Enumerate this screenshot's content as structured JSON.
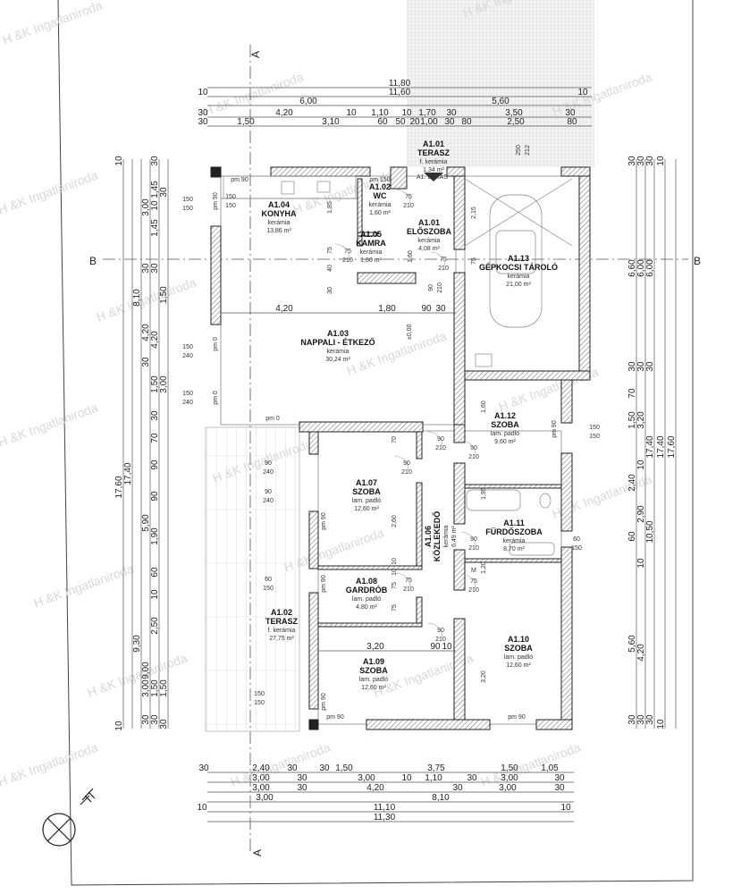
{
  "watermark": "H &K Ingatlaniroda",
  "section_labels": {
    "a": "A",
    "b": "B"
  },
  "rooms": [
    {
      "id": "A1.04",
      "name": "KONYHA",
      "floor": "kerámia",
      "area": "13,86 m²"
    },
    {
      "id": "A1.02",
      "name": "WC",
      "floor": "kerámia",
      "area": "1,60 m²"
    },
    {
      "id": "A1.05",
      "name": "KAMRA",
      "floor": "kerámia",
      "area": "1,60 m²"
    },
    {
      "id": "A1.01",
      "name": "ELŐSZOBA",
      "floor": "kerámia",
      "area": "4,08 m²"
    },
    {
      "id": "A1.13",
      "name": "GÉPKOCSI TÁROLÓ",
      "floor": "kerámia",
      "area": "21,00 m²"
    },
    {
      "id": "A1.03",
      "name": "NAPPALI - ÉTKEZŐ",
      "floor": "kerámia",
      "area": "30,24 m²"
    },
    {
      "id": "A1.01",
      "name": "TERASZ",
      "floor": "f. kerámia",
      "area": "1,34 m²"
    },
    {
      "id": "A1.12",
      "name": "SZOBA",
      "floor": "lam. padló",
      "area": "9,60 m²"
    },
    {
      "id": "A1.07",
      "name": "SZOBA",
      "floor": "lam. padló",
      "area": "12,60 m²"
    },
    {
      "id": "A1.11",
      "name": "FÜRDŐSZOBA",
      "floor": "kerámia",
      "area": "8,70 m²"
    },
    {
      "id": "A1.08",
      "name": "GARDRÓB",
      "floor": "lam. padló",
      "area": "4,80 m²"
    },
    {
      "id": "A1.02",
      "name": "TERASZ",
      "floor": "f. kerámia",
      "area": "27,75 m²"
    },
    {
      "id": "A1.09",
      "name": "SZOBA",
      "floor": "lam. padló",
      "area": "12,60 m²"
    },
    {
      "id": "A1.10",
      "name": "SZOBA",
      "floor": "lam. padló",
      "area": "12,60 m²"
    },
    {
      "id": "A1.06",
      "name": "KÖZLEKEDŐ",
      "floor": "kerámia",
      "area": "6,49 m²"
    }
  ],
  "entrance_label": "A1. LAKÁS",
  "level_mark": "±0,00",
  "dims_top": [
    [
      "11,80"
    ],
    [
      "10",
      "11,60",
      "10"
    ],
    [
      "6,00",
      "5,60"
    ],
    [
      "30",
      "4,20",
      "10",
      "1,10",
      "10",
      "1,70",
      "30",
      "3,50",
      "30"
    ],
    [
      "30",
      "1,50",
      "3,10",
      "60",
      "50",
      "20",
      "1,00",
      "30",
      "80",
      "2,50",
      "80"
    ]
  ],
  "dims_bottom": [
    [
      "30",
      "2,40",
      "30",
      "30",
      "1,50",
      "3,75",
      "1,50",
      "1,05"
    ],
    [
      "3,00",
      "30",
      "3,00",
      "10",
      "1,10",
      "30",
      "3,00",
      "30"
    ],
    [
      "3,00",
      "30",
      "4,20",
      "30",
      "3,00",
      "30"
    ],
    [
      "3,00",
      "8,10"
    ],
    [
      "10",
      "11,10",
      "10"
    ],
    [
      "11,30"
    ]
  ],
  "dims_left": [
    [
      "10",
      "17,60",
      "10"
    ],
    [
      "17,40"
    ],
    [
      "8,10",
      "9,30"
    ],
    [
      "3,00",
      "30",
      "4,20",
      "30",
      "5,90",
      "9,00",
      "3,00",
      "30"
    ],
    [
      "30",
      "1,45",
      "10",
      "1,45",
      "30",
      "4,20",
      "1,50",
      "30",
      "70",
      "90",
      "90",
      "1,90",
      "60",
      "10",
      "2,50",
      "1,50",
      "30"
    ],
    [
      "30",
      "1,50",
      "3,00",
      "1,50",
      "30"
    ]
  ],
  "dims_right": [
    [
      "30",
      "6,60",
      "30",
      "70",
      "1,50",
      "2,40",
      "60",
      "5,60",
      "30"
    ],
    [
      "30",
      "6,00",
      "30",
      "3,20",
      "10",
      "2,90",
      "10",
      "4,20",
      "30"
    ],
    [
      "30",
      "6,00",
      "30",
      "17,40",
      "10,50",
      "30"
    ],
    [
      "10",
      "17,40",
      "10"
    ],
    [
      "17,60"
    ]
  ],
  "inner_dims": {
    "living_chain": [
      "4,20",
      "1,80",
      "90",
      "30"
    ],
    "bedroom_chain": [
      "3,20",
      "90",
      "10"
    ],
    "kitchen_heights": [
      "1,85",
      "75",
      "40",
      "30"
    ],
    "garage": [
      "2,15",
      "75"
    ],
    "a107": [
      "70",
      "2,60",
      "10"
    ],
    "a108": [
      "10",
      "75",
      "75"
    ],
    "a112": [
      "1,60"
    ],
    "a111": [
      "1,95",
      "1,20"
    ],
    "a110": [
      "3,20"
    ],
    "a101": [
      "1,60"
    ],
    "terrace_top": [
      "250",
      "212"
    ]
  },
  "doors": [
    [
      "75",
      "210"
    ],
    [
      "75",
      "210"
    ],
    [
      "75",
      "210"
    ],
    [
      "90",
      "210"
    ],
    [
      "90",
      "210"
    ],
    [
      "90",
      "210"
    ],
    [
      "90",
      "210"
    ],
    [
      "75",
      "210"
    ],
    [
      "75",
      "210"
    ],
    [
      "90",
      "210"
    ],
    [
      "90",
      "210"
    ]
  ],
  "windows": [
    [
      "150",
      "150"
    ],
    [
      "150",
      "240"
    ],
    [
      "150",
      "240"
    ],
    [
      "150",
      "150"
    ],
    [
      "60",
      "150"
    ],
    [
      "90",
      "240"
    ],
    [
      "90",
      "240"
    ],
    [
      "60",
      "150"
    ],
    [
      "150",
      "150"
    ],
    [
      "150",
      "150"
    ]
  ],
  "parapets": [
    "pm 90",
    "pm 90",
    "pm 150",
    "pm 0",
    "pm 0",
    "pm 0",
    "pm 90",
    "pm 90",
    "pm 90",
    "pm 90",
    "pm 90",
    "pm 90"
  ],
  "misc": {
    "m": "M"
  }
}
